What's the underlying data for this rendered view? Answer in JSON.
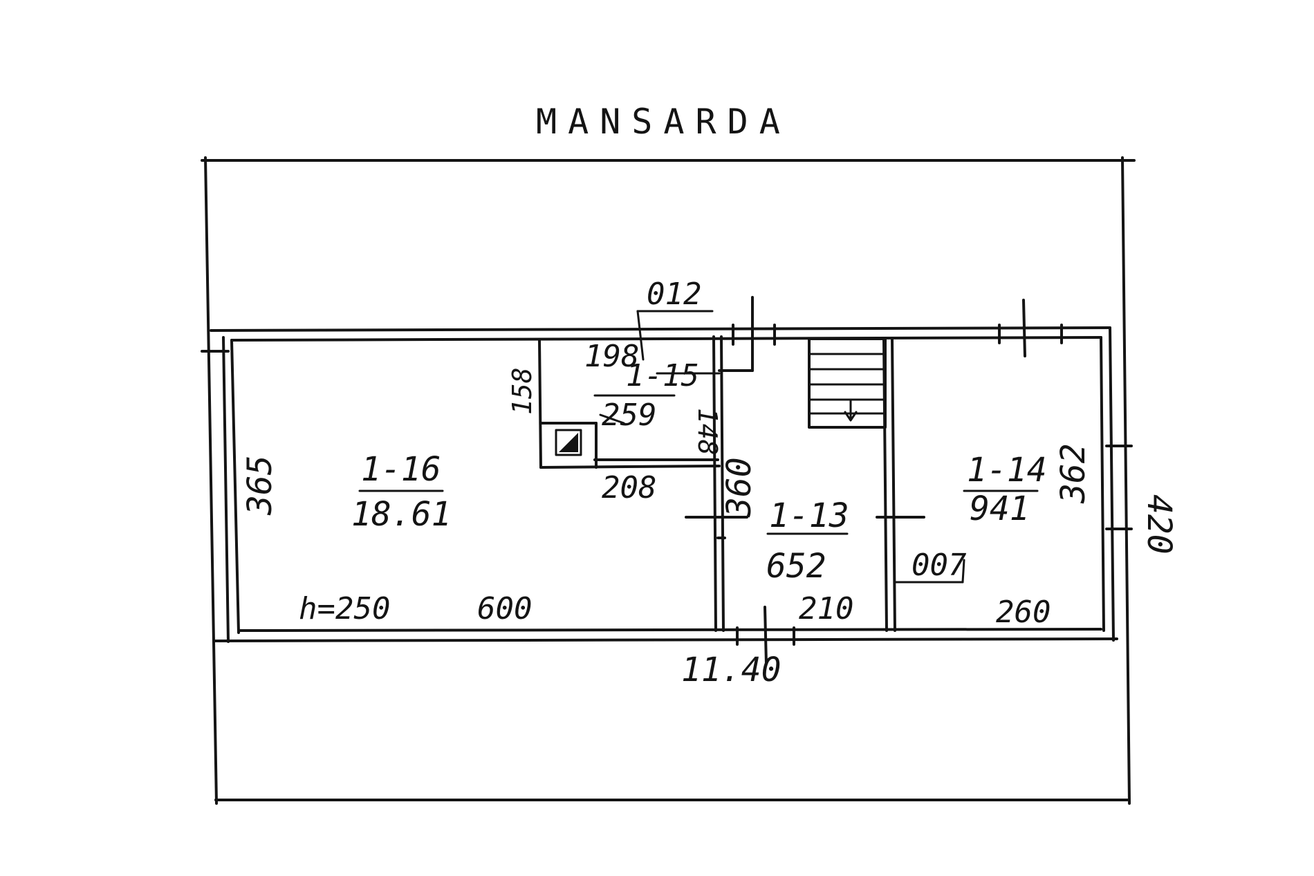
{
  "title": "MANSARDA",
  "rooms": [
    {
      "id": "1-16",
      "area": "18.61"
    },
    {
      "id": "1-15",
      "area": "259"
    },
    {
      "id": "1-13",
      "area": "652"
    },
    {
      "id": "1-14",
      "area": "941"
    }
  ],
  "dimensions": {
    "overall_length": "11.40",
    "overall_depth": "420",
    "room_1_16_depth": "365",
    "room_1_16_length": "600",
    "ceiling_height": "h=250",
    "room_1_15_width": "198",
    "room_1_15_depth": "158",
    "room_1_15_wall": "148",
    "room_1_15_length": "208",
    "room_1_13_depth": "360",
    "room_1_13_length": "210",
    "room_1_14_depth": "362",
    "room_1_14_length": "260",
    "mark_top": "012",
    "mark_right": "007"
  }
}
